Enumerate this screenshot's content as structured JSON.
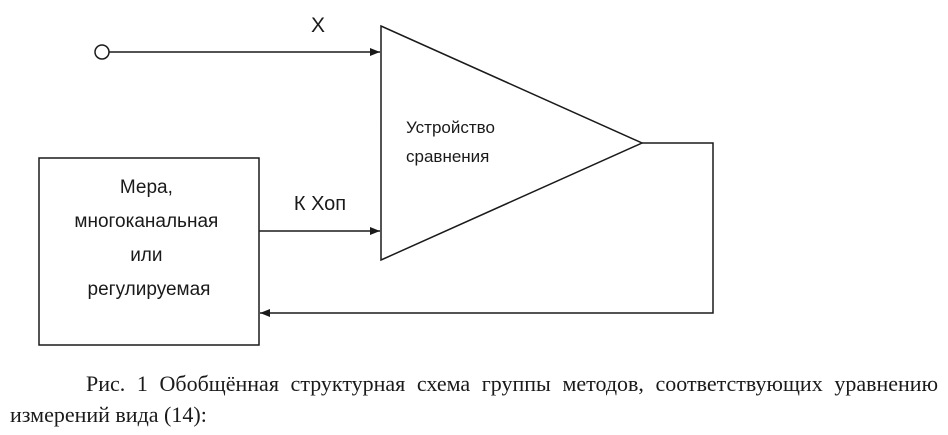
{
  "diagram": {
    "input_label": "X",
    "reference_label": "К Хоп",
    "comparator_label": [
      "Устройство",
      "сравнения"
    ],
    "measure_block_label": [
      "Мера,",
      "многоканальная",
      "или",
      "регулируемая"
    ]
  },
  "caption": {
    "text": "Рис. 1 Обобщённая структурная схема группы методов, соответствующих уравнению измерений вида (14):"
  }
}
